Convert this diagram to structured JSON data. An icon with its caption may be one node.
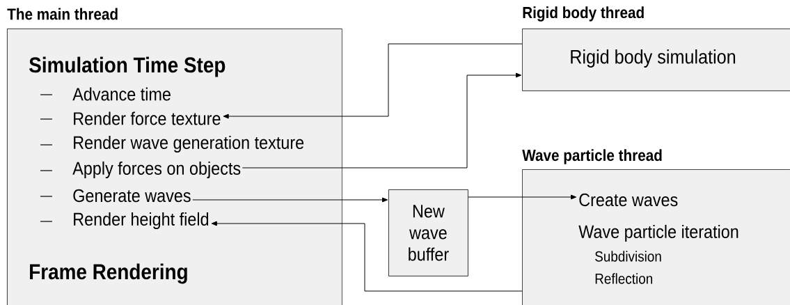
{
  "diagram": {
    "nodes": [
      {
        "text": [
          "The main thread",
          "Simulation Time Step",
          "Frame Rendering"
        ]
      },
      {
        "text": [
          "Advance time"
        ],
        "in": 0
      },
      {
        "text": [
          "Render force texture"
        ],
        "in": 0
      },
      {
        "text": [
          "Render wave generation texture"
        ],
        "in": 0
      },
      {
        "text": [
          "Apply forces on objects"
        ],
        "in": 0
      },
      {
        "text": [
          "Generate waves"
        ],
        "in": 0
      },
      {
        "text": [
          "Render height field"
        ],
        "in": 0
      },
      {
        "text": [
          "Rigid body thread",
          "Rigid body simulation"
        ]
      },
      {
        "text": [
          "Wave particle thread"
        ]
      },
      {
        "text": [
          "Create waves"
        ],
        "in": 8
      },
      {
        "text": [
          "Wave particle iteration",
          "Subdivision",
          "Reflection"
        ],
        "in": 8
      },
      {
        "text": [
          "New wave buffer"
        ]
      }
    ],
    "edges": [
      {
        "from": 7,
        "to": 2,
        "arrow": "to"
      },
      {
        "from": 4,
        "to": 7,
        "arrow": "to"
      },
      {
        "from": 5,
        "to": 11,
        "arrow": "to"
      },
      {
        "from": 11,
        "to": 9,
        "arrow": "to"
      },
      {
        "from": 8,
        "to": 6,
        "arrow": "to"
      }
    ]
  }
}
